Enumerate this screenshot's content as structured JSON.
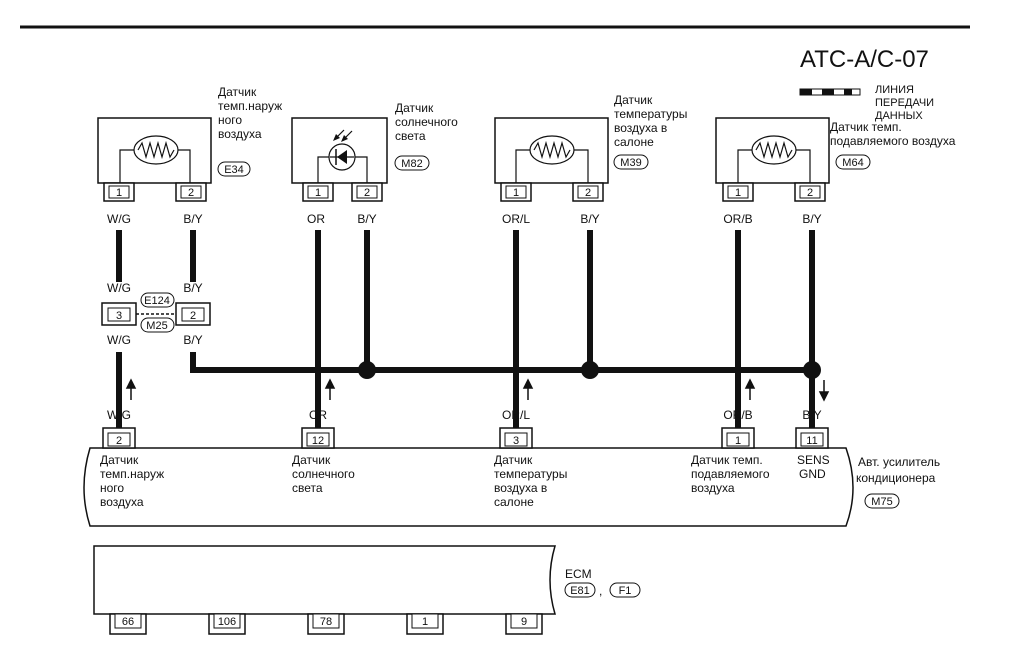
{
  "title": "ATC-A/C-07",
  "legend": {
    "lines": [
      "ЛИНИЯ",
      "ПЕРЕДАЧИ",
      "ДАННЫХ"
    ]
  },
  "sensors": [
    {
      "label": [
        "Датчик",
        "темп.наруж",
        "ного",
        "воздуха"
      ],
      "connector": "E34",
      "pins": [
        "1",
        "2"
      ],
      "wires": [
        "W/G",
        "B/Y"
      ]
    },
    {
      "label": [
        "Датчик",
        "солнечного",
        "света"
      ],
      "connector": "M82",
      "pins": [
        "1",
        "2"
      ],
      "wires": [
        "OR",
        "B/Y"
      ]
    },
    {
      "label": [
        "Датчик",
        "температуры",
        "воздуха в",
        "салоне"
      ],
      "connector": "M39",
      "pins": [
        "1",
        "2"
      ],
      "wires": [
        "OR/L",
        "B/Y"
      ]
    },
    {
      "label": [
        "Датчик темп.",
        "подавляемого воздуха"
      ],
      "connector": "M64",
      "pins": [
        "1",
        "2"
      ],
      "wires": [
        "OR/B",
        "B/Y"
      ]
    }
  ],
  "joint_connector": {
    "ids": [
      "E124",
      "M25"
    ],
    "pins": [
      "3",
      "2"
    ],
    "wires_top": [
      "W/G",
      "B/Y"
    ],
    "wires_bottom": [
      "W/G",
      "B/Y"
    ]
  },
  "amplifier": {
    "name": [
      "Авт. усилитель",
      "кондиционера"
    ],
    "connector": "M75",
    "terminals": [
      {
        "pin": "2",
        "wire": "W/G",
        "label": [
          "Датчик",
          "темп.наруж",
          "ного",
          "воздуха"
        ]
      },
      {
        "pin": "12",
        "wire": "OR",
        "label": [
          "Датчик",
          "солнечного",
          "света"
        ]
      },
      {
        "pin": "3",
        "wire": "OR/L",
        "label": [
          "Датчик",
          "температуры",
          "воздуха в",
          "салоне"
        ]
      },
      {
        "pin": "1",
        "wire": "OR/B",
        "label": [
          "Датчик темп.",
          "подавляемого",
          "воздуха"
        ]
      },
      {
        "pin": "11",
        "wire": "B/Y",
        "label": [
          "SENS",
          "GND"
        ]
      }
    ]
  },
  "ecm": {
    "name": "ECM",
    "connectors": [
      "E81",
      "F1"
    ],
    "separator": ",",
    "pins": [
      "66",
      "106",
      "78",
      "1",
      "9"
    ]
  }
}
